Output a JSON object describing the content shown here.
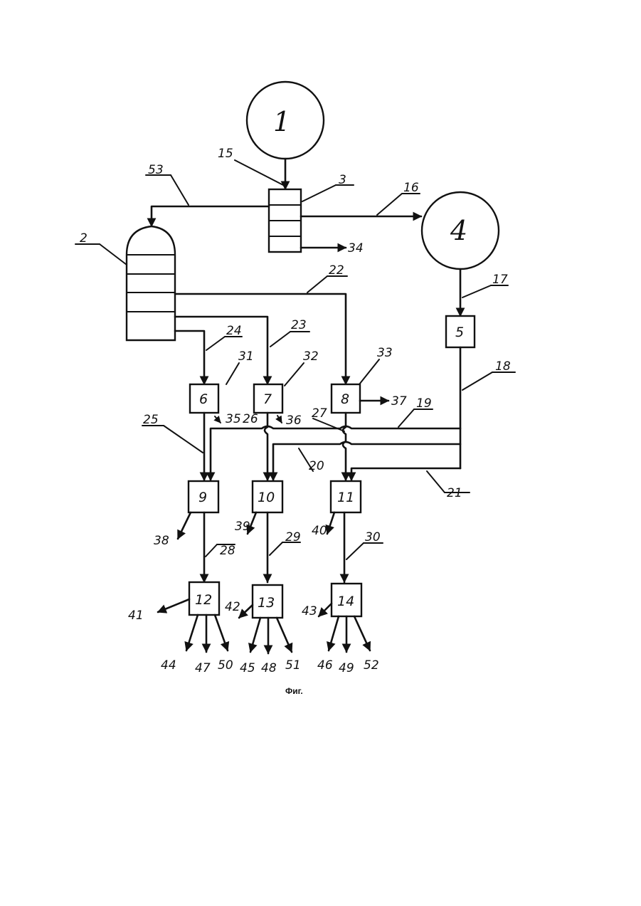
{
  "figure": {
    "caption": "Фиг.",
    "nodes": {
      "n1": "1",
      "n2": "2",
      "n3": "3",
      "n4": "4",
      "n5": "5",
      "n6": "6",
      "n7": "7",
      "n8": "8",
      "n9": "9",
      "n10": "10",
      "n11": "11",
      "n12": "12",
      "n13": "13",
      "n14": "14"
    },
    "refs": {
      "r15": "15",
      "r16": "16",
      "r17": "17",
      "r18": "18",
      "r19": "19",
      "r20": "20",
      "r21": "21",
      "r22": "22",
      "r23": "23",
      "r24": "24",
      "r25": "25",
      "r26": "26",
      "r27": "27",
      "r28": "28",
      "r29": "29",
      "r30": "30",
      "r31": "31",
      "r32": "32",
      "r33": "33",
      "r34": "34",
      "r35": "35",
      "r36": "36",
      "r37": "37",
      "r38": "38",
      "r39": "39",
      "r40": "40",
      "r41": "41",
      "r42": "42",
      "r43": "43",
      "r44": "44",
      "r45": "45",
      "r46": "46",
      "r47": "47",
      "r48": "48",
      "r49": "49",
      "r50": "50",
      "r51": "51",
      "r52": "52",
      "r53": "53"
    }
  }
}
